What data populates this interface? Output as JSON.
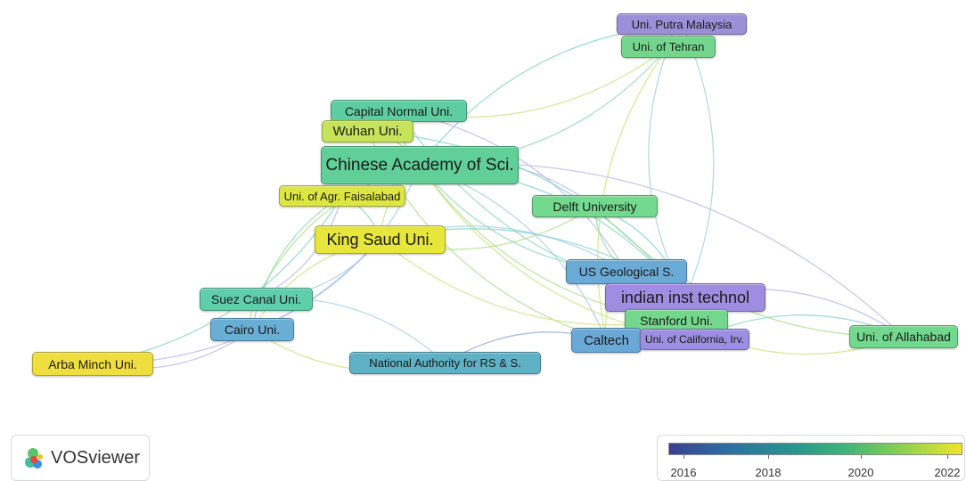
{
  "nodes": [
    {
      "id": "putra",
      "label": "Uni. Putra Malaysia",
      "color": "#9b8fd8"
    },
    {
      "id": "tehran",
      "label": "Uni. of Tehran",
      "color": "#74d68c"
    },
    {
      "id": "capital",
      "label": "Capital Normal Uni.",
      "color": "#5fcda2"
    },
    {
      "id": "wuhan",
      "label": "Wuhan Uni.",
      "color": "#c6e35a"
    },
    {
      "id": "cas",
      "label": "Chinese Academy of Sci.",
      "color": "#60cf98"
    },
    {
      "id": "faisalabad",
      "label": "Uni. of Agr. Faisalabad",
      "color": "#dde744"
    },
    {
      "id": "delft",
      "label": "Delft University",
      "color": "#72d98f"
    },
    {
      "id": "kingsaud",
      "label": "King Saud Uni.",
      "color": "#e6e63b"
    },
    {
      "id": "usgs",
      "label": "US Geological S.",
      "color": "#6aaad6"
    },
    {
      "id": "iit",
      "label": "indian inst technol",
      "color": "#9e8de0"
    },
    {
      "id": "suez",
      "label": "Suez Canal Uni.",
      "color": "#5ecfaa"
    },
    {
      "id": "stanford",
      "label": "Stanford Uni.",
      "color": "#74d88c"
    },
    {
      "id": "cairo",
      "label": "Cairo Uni.",
      "color": "#69aed4"
    },
    {
      "id": "caltech",
      "label": "Caltech",
      "color": "#6aa8d8"
    },
    {
      "id": "uci",
      "label": "Uni. of California, Irv.",
      "color": "#9c8ee0"
    },
    {
      "id": "allahabad",
      "label": "Uni. of Allahabad",
      "color": "#72d88e"
    },
    {
      "id": "arba",
      "label": "Arba Minch Uni.",
      "color": "#efdf3e"
    },
    {
      "id": "narss",
      "label": "National Authority for RS & S.",
      "color": "#5fb1c5"
    }
  ],
  "edges": [
    [
      "cas",
      "capital"
    ],
    [
      "cas",
      "wuhan"
    ],
    [
      "cas",
      "faisalabad"
    ],
    [
      "cas",
      "kingsaud"
    ],
    [
      "cas",
      "delft"
    ],
    [
      "cas",
      "usgs"
    ],
    [
      "cas",
      "iit"
    ],
    [
      "cas",
      "stanford"
    ],
    [
      "cas",
      "caltech"
    ],
    [
      "cas",
      "uci"
    ],
    [
      "cas",
      "allahabad"
    ],
    [
      "cas",
      "tehran"
    ],
    [
      "cas",
      "putra"
    ],
    [
      "cas",
      "suez"
    ],
    [
      "cas",
      "cairo"
    ],
    [
      "capital",
      "tehran"
    ],
    [
      "capital",
      "usgs"
    ],
    [
      "capital",
      "iit"
    ],
    [
      "wuhan",
      "iit"
    ],
    [
      "wuhan",
      "caltech"
    ],
    [
      "kingsaud",
      "suez"
    ],
    [
      "kingsaud",
      "cairo"
    ],
    [
      "kingsaud",
      "arba"
    ],
    [
      "kingsaud",
      "faisalabad"
    ],
    [
      "kingsaud",
      "iit"
    ],
    [
      "kingsaud",
      "delft"
    ],
    [
      "kingsaud",
      "usgs"
    ],
    [
      "kingsaud",
      "stanford"
    ],
    [
      "faisalabad",
      "suez"
    ],
    [
      "faisalabad",
      "cairo"
    ],
    [
      "faisalabad",
      "arba"
    ],
    [
      "suez",
      "cairo"
    ],
    [
      "suez",
      "narss"
    ],
    [
      "cairo",
      "narss"
    ],
    [
      "cairo",
      "arba"
    ],
    [
      "delft",
      "usgs"
    ],
    [
      "delft",
      "iit"
    ],
    [
      "delft",
      "allahabad"
    ],
    [
      "usgs",
      "iit"
    ],
    [
      "usgs",
      "caltech"
    ],
    [
      "iit",
      "allahabad"
    ],
    [
      "iit",
      "stanford"
    ],
    [
      "iit",
      "caltech"
    ],
    [
      "iit",
      "uci"
    ],
    [
      "iit",
      "tehran"
    ],
    [
      "stanford",
      "allahabad"
    ],
    [
      "caltech",
      "uci"
    ],
    [
      "caltech",
      "narss"
    ],
    [
      "uci",
      "allahabad"
    ],
    [
      "putra",
      "tehran"
    ],
    [
      "putra",
      "iit"
    ],
    [
      "tehran",
      "caltech"
    ],
    [
      "narss",
      "caltech"
    ]
  ],
  "logo": {
    "text": "VOSviewer"
  },
  "legend": {
    "ticks": [
      "2016",
      "2018",
      "2020",
      "2022"
    ],
    "range": [
      2015.4,
      2022.2
    ],
    "colors": [
      "#3a3f8f",
      "#2f6ea0",
      "#26958f",
      "#3bb57a",
      "#8fd14e",
      "#f0e52a"
    ]
  }
}
